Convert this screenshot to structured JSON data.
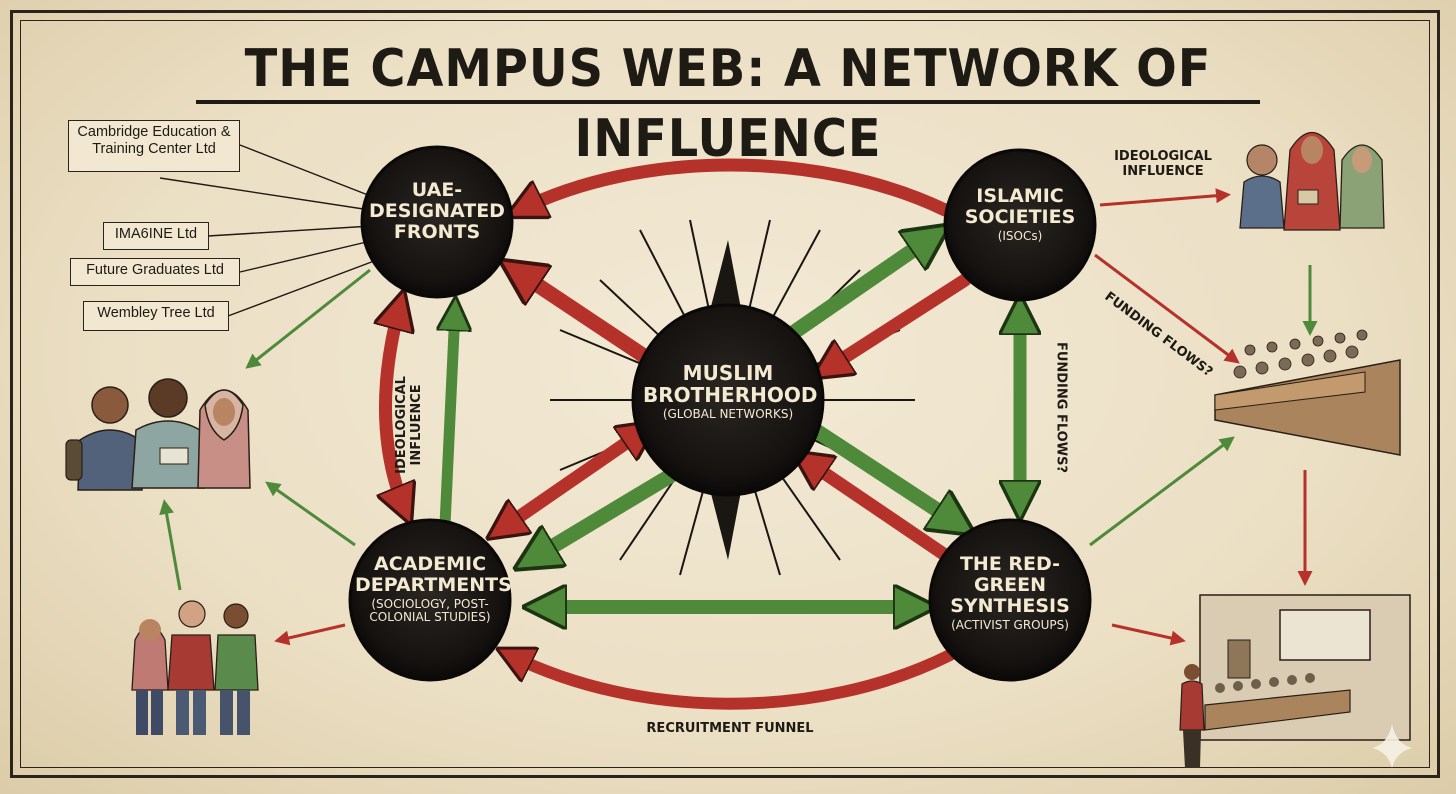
{
  "title": "THE CAMPUS WEB: A NETWORK OF INFLUENCE",
  "nodes": {
    "center": {
      "main": "MUSLIM BROTHERHOOD",
      "sub": "(GLOBAL NETWORKS)"
    },
    "uae": {
      "main": "UAE- DESIGNATED FRONTS"
    },
    "isoc": {
      "main": "ISLAMIC SOCIETIES",
      "sub": "(ISOCs)"
    },
    "academic": {
      "main": "ACADEMIC DEPARTMENTS",
      "sub": "(SOCIOLOGY, POST- COLONIAL STUDIES)"
    },
    "redgreen": {
      "main": "THE RED-GREEN SYNTHESIS",
      "sub": "(ACTIVIST GROUPS)"
    }
  },
  "front_companies": [
    "Cambridge Education & Training Center Ltd",
    "IMA6INE Ltd",
    "Future Graduates Ltd",
    "Wembley Tree Ltd"
  ],
  "edge_labels": {
    "ideological_influence_top": "IDEOLOGICAL INFLUENCE",
    "funding_flows_diag": "FUNDING FLOWS?",
    "ideological_influence_vertical": "IDEOLOGICAL INFLUENCE",
    "funding_flows_vertical": "FUNDING FLOWS?",
    "recruitment_funnel": "RECRUITMENT FUNNEL"
  },
  "colors": {
    "red_arrow": "#b5322a",
    "green_arrow": "#4f8a3a",
    "ink": "#1e1a14",
    "paper": "#efe4cc"
  }
}
